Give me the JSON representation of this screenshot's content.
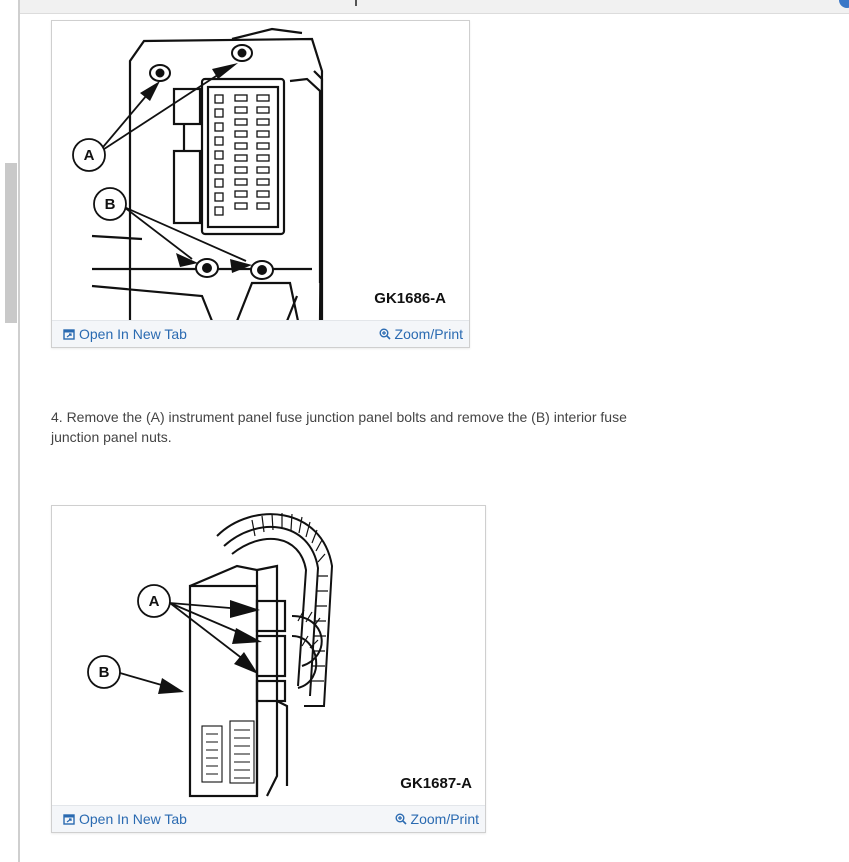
{
  "figure1": {
    "code": "GK1686-A",
    "callout_a": "A",
    "callout_b": "B",
    "open_label": "Open In New Tab",
    "zoom_label": "Zoom/Print"
  },
  "step": {
    "text": "4. Remove the (A) instrument panel fuse junction panel bolts and remove the (B) interior fuse junction panel nuts."
  },
  "figure2": {
    "code": "GK1687-A",
    "callout_a": "A",
    "callout_b": "B",
    "open_label": "Open In New Tab",
    "zoom_label": "Zoom/Print"
  },
  "colors": {
    "link": "#2a6ab1",
    "footer_bg": "#f4f6f9",
    "accent": "#3b78c7"
  }
}
